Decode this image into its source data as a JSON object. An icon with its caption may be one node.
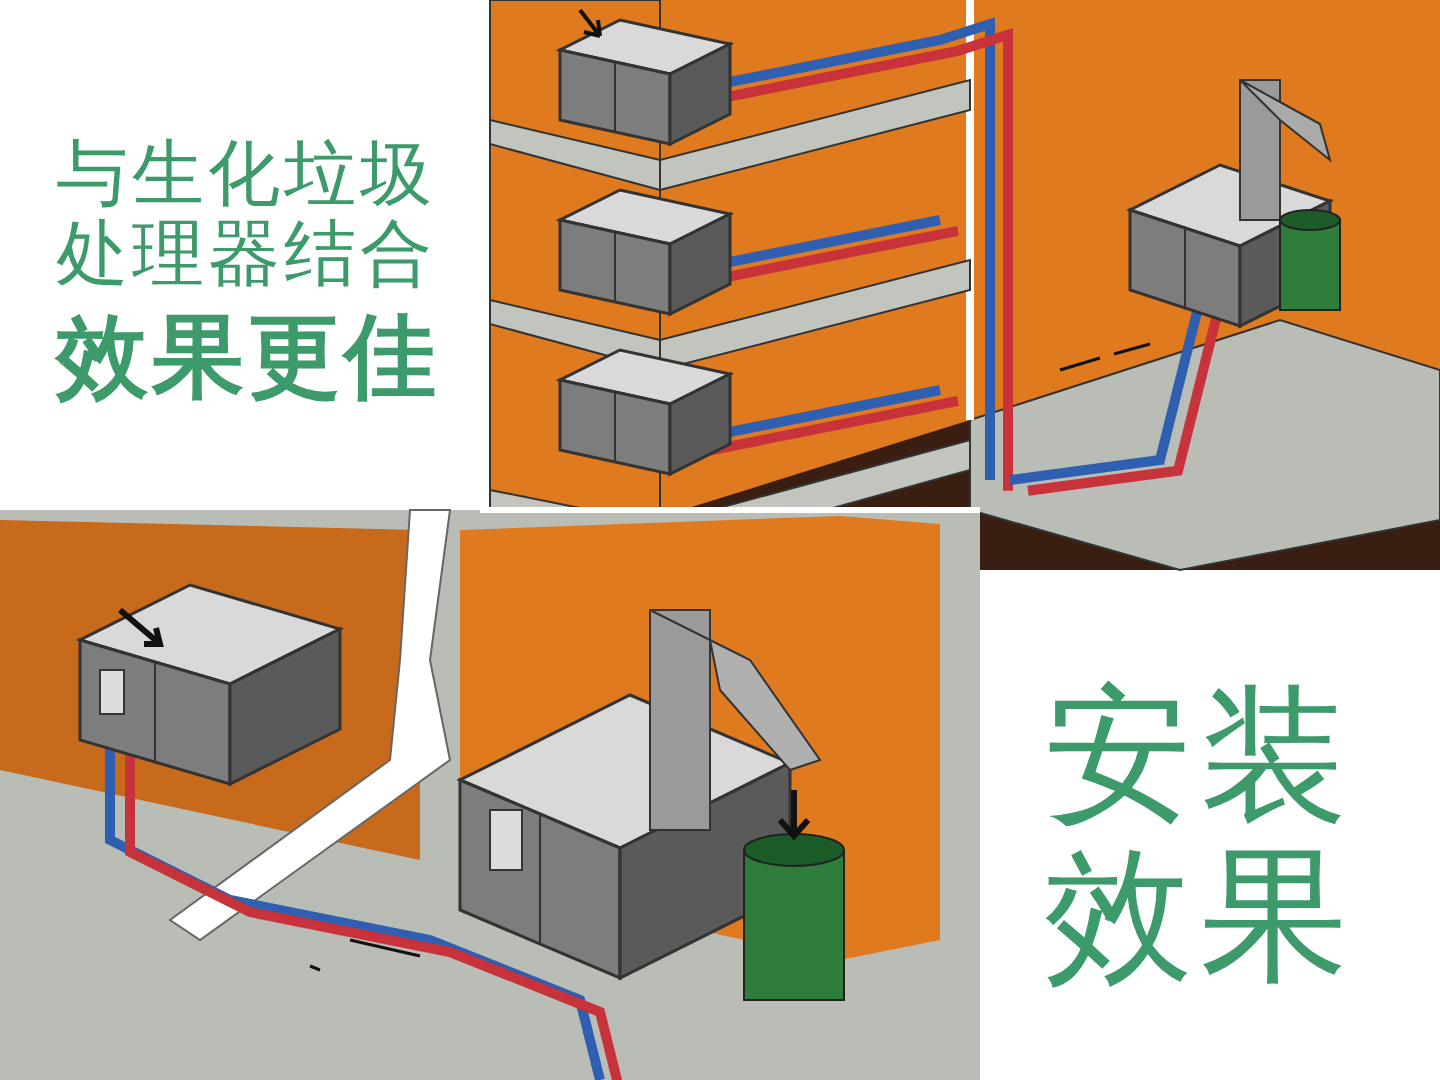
{
  "diagram": {
    "labels": [
      "与生化垃圾处理器结合",
      "效果更佳",
      "安装效果"
    ]
  }
}
